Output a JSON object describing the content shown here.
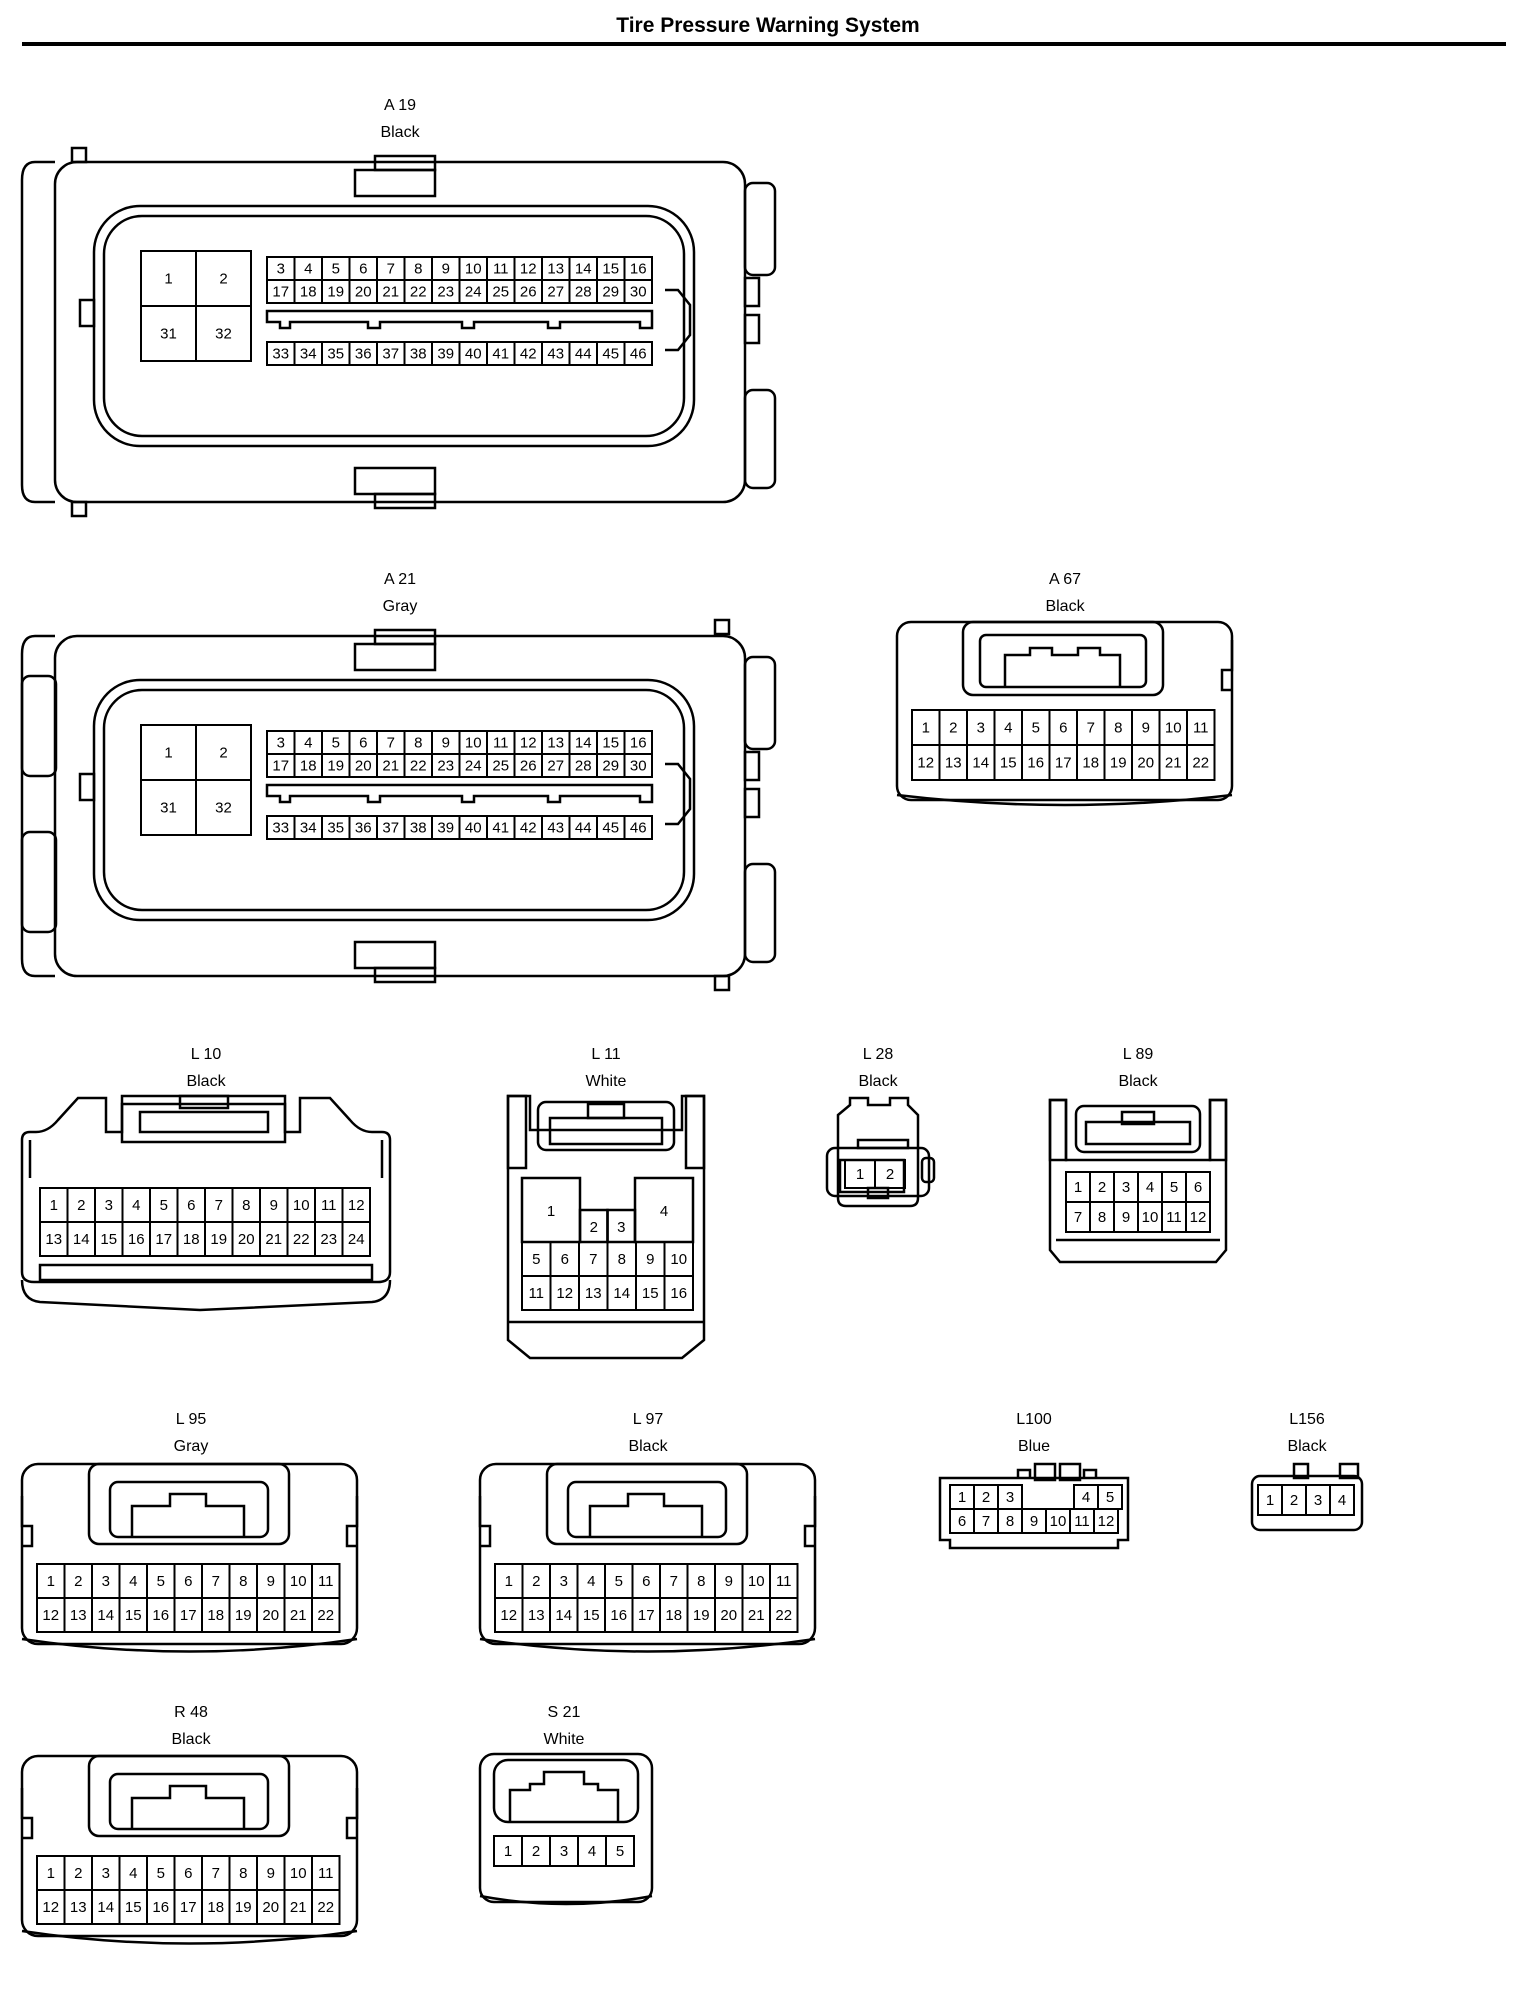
{
  "page": {
    "title": "Tire Pressure Warning System"
  },
  "connectors": [
    {
      "id": "A 19",
      "color": "Black"
    },
    {
      "id": "A 21",
      "color": "Gray"
    },
    {
      "id": "A 67",
      "color": "Black"
    },
    {
      "id": "L 10",
      "color": "Black"
    },
    {
      "id": "L 11",
      "color": "White"
    },
    {
      "id": "L 28",
      "color": "Black"
    },
    {
      "id": "L 89",
      "color": "Black"
    },
    {
      "id": "L 95",
      "color": "Gray"
    },
    {
      "id": "L 97",
      "color": "Black"
    },
    {
      "id": "L100",
      "color": "Blue"
    },
    {
      "id": "L156",
      "color": "Black"
    },
    {
      "id": "R 48",
      "color": "Black"
    },
    {
      "id": "S 21",
      "color": "White"
    }
  ]
}
